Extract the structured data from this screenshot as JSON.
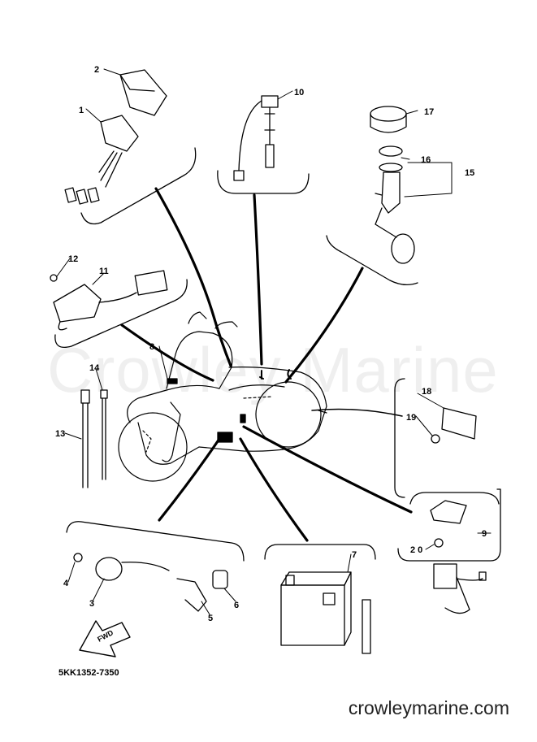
{
  "diagram": {
    "part_code": "5KK1352-7350",
    "website": "crowleymarine.com",
    "watermark": "Crowley Marine",
    "fwd_label": "FWD",
    "callouts": {
      "c1": "1",
      "c2": "2",
      "c3": "3",
      "c4": "4",
      "c5": "5",
      "c6": "6",
      "c7": "7",
      "c8": "8",
      "c9": "9",
      "c10": "10",
      "c11": "11",
      "c12": "12",
      "c13": "13",
      "c14": "14",
      "c15": "15",
      "c16": "16",
      "c17": "17",
      "c18": "18",
      "c19": "19",
      "c20": "2 0"
    }
  }
}
